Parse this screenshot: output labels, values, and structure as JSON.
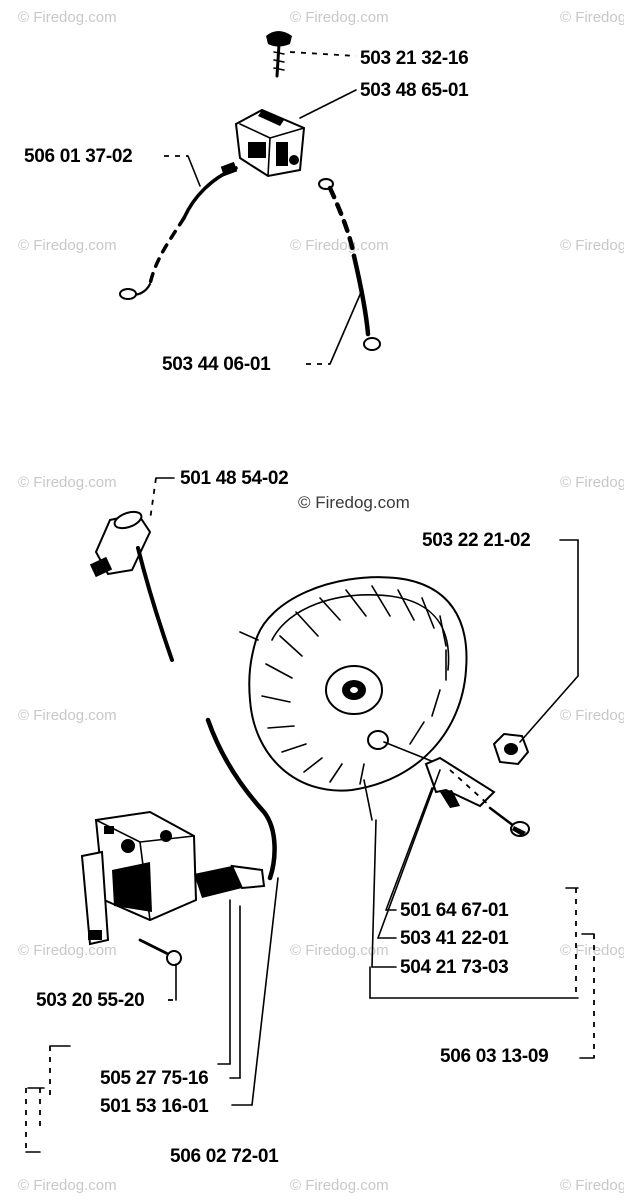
{
  "watermark": {
    "text": "© Firedog.com",
    "center_text": "Firedog.com"
  },
  "parts": {
    "top": [
      "503 21 32-16",
      "503 48 65-01",
      "506 01 37-02",
      "503 44 06-01"
    ],
    "bottom": [
      "501 48 54-02",
      "503 22 21-02",
      "501 64 67-01",
      "503 41 22-01",
      "504 21 73-03",
      "506 03 13-09",
      "503 20 55-20",
      "505 27 75-16",
      "501 53 16-01",
      "506 02 72-01"
    ]
  }
}
